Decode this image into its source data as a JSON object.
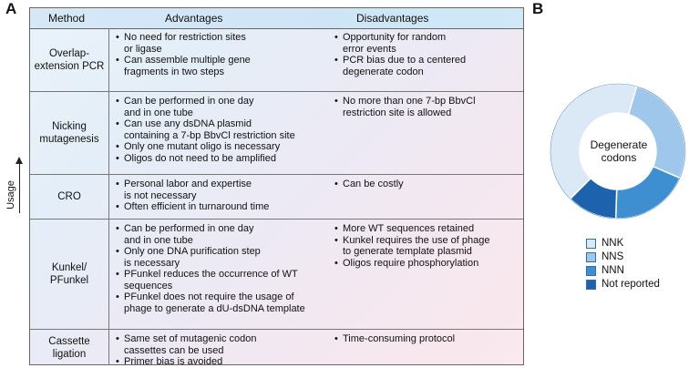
{
  "panel_labels": {
    "a": "A",
    "b": "B"
  },
  "axis": {
    "usage": "Usage"
  },
  "table": {
    "headers": {
      "method": "Method",
      "advantages": "Advantages",
      "disadvantages": "Disadvantages"
    },
    "rows": [
      {
        "method": "Overlap-\nextension PCR",
        "advantages": [
          "No need for restriction sites\nor ligase",
          "Can assemble multiple gene\nfragments in two steps"
        ],
        "disadvantages": [
          "Opportunity for random\nerror events",
          "PCR bias due to a centered\ndegenerate codon"
        ]
      },
      {
        "method": "Nicking\nmutagenesis",
        "advantages": [
          "Can be performed in one day\nand in one tube",
          "Can use any dsDNA plasmid\ncontaining a 7-bp BbvCl restriction site",
          "Only one mutant oligo is necessary",
          "Oligos do not need to be amplified"
        ],
        "disadvantages": [
          "No more than one 7-bp BbvCl\nrestriction site is allowed"
        ]
      },
      {
        "method": "CRO",
        "advantages": [
          "Personal labor and expertise\nis not necessary",
          "Often efficient in turnaround time"
        ],
        "disadvantages": [
          "Can be costly"
        ]
      },
      {
        "method": "Kunkel/\nPFunkel",
        "advantages": [
          "Can be performed in one day\nand in one tube",
          "Only one DNA purification step\nis necessary",
          "PFunkel reduces the occurrence of WT\nsequences",
          "PFunkel does not require the usage of\nphage to generate a dU-dsDNA template"
        ],
        "disadvantages": [
          "More WT sequences retained",
          "Kunkel requires the use of phage\nto generate template plasmid",
          "Oligos require phosphorylation"
        ]
      },
      {
        "method": "Cassette\nligation",
        "advantages": [
          "Same set of mutagenic codon\ncassettes can be used",
          "Primer bias is avoided"
        ],
        "disadvantages": [
          "Time-consuming protocol"
        ]
      }
    ]
  },
  "chart_data": {
    "type": "pie",
    "donut": true,
    "center_label": "Degenerate\ncodons",
    "labels": [
      "NNK",
      "NNS",
      "NNN",
      "Not reported"
    ],
    "values": [
      42,
      27,
      19,
      12
    ],
    "colors": [
      "#dbe9f6",
      "#9fc7eb",
      "#3d8fd1",
      "#1c62ad"
    ]
  }
}
